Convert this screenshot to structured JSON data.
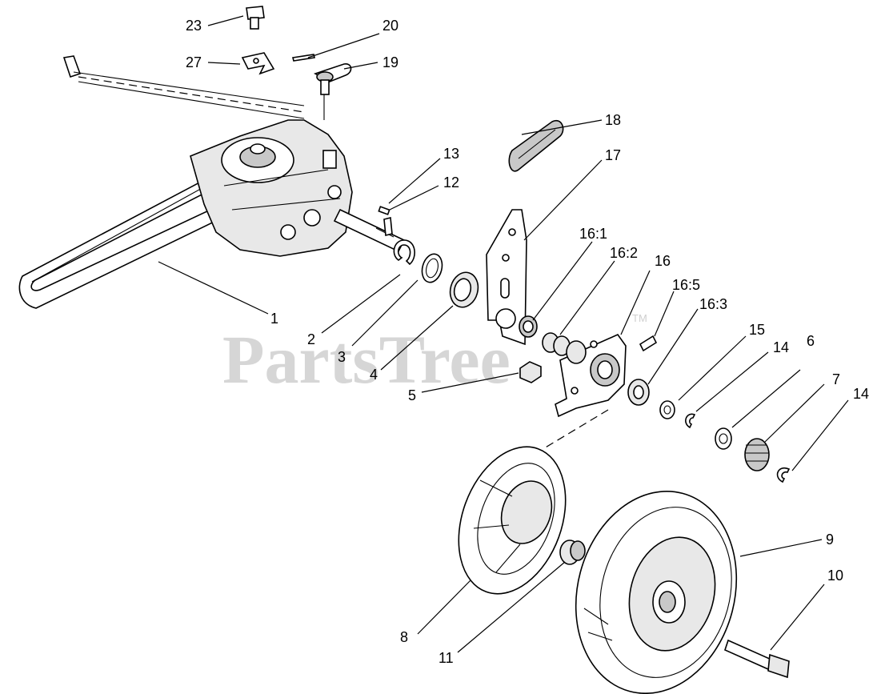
{
  "watermark": {
    "text": "PartsTree",
    "tm": "TM"
  },
  "callouts": {
    "c1": "1",
    "c2": "2",
    "c3": "3",
    "c4": "4",
    "c5": "5",
    "c6": "6",
    "c7": "7",
    "c8": "8",
    "c9": "9",
    "c10": "10",
    "c11": "11",
    "c12": "12",
    "c13": "13",
    "c14a": "14",
    "c14b": "14",
    "c15": "15",
    "c16": "16",
    "c16_1": "16:1",
    "c16_2": "16:2",
    "c16_3": "16:3",
    "c16_5": "16:5",
    "c17": "17",
    "c18": "18",
    "c19": "19",
    "c20": "20",
    "c23": "23",
    "c27": "27"
  }
}
